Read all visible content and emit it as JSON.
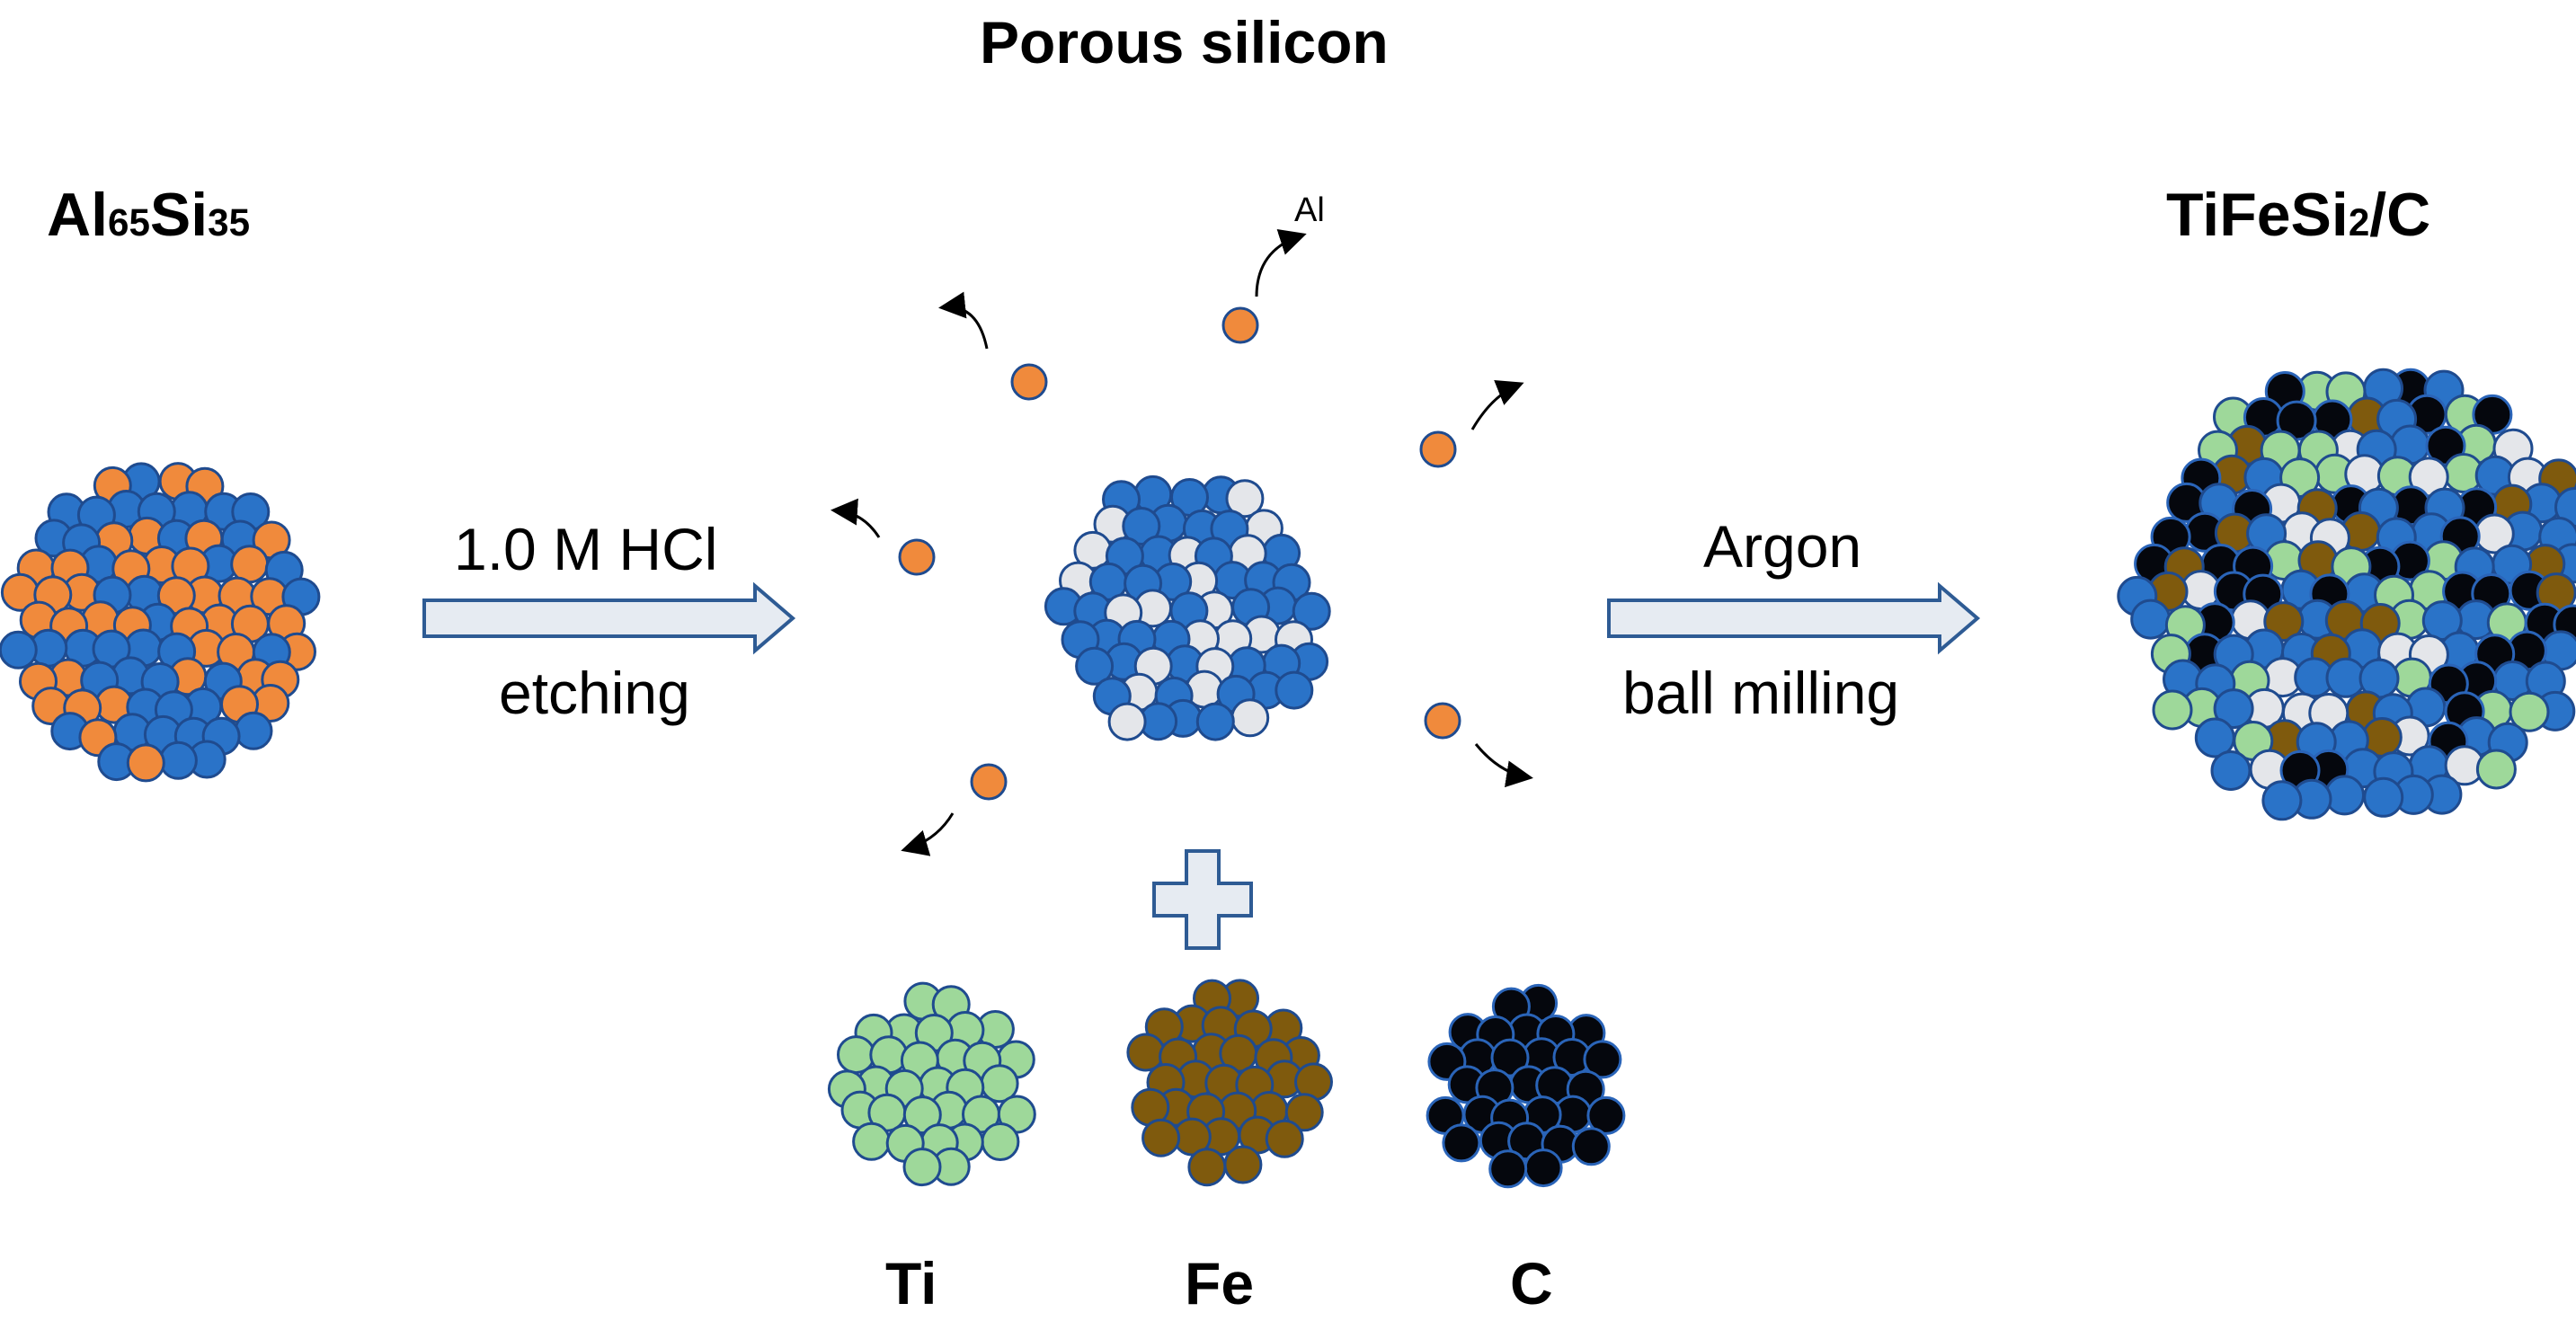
{
  "labels": {
    "porous_silicon": "Porous silicon",
    "alsi_element1": "Al",
    "alsi_sub1": "65",
    "alsi_element2": "Si",
    "alsi_sub2": "35",
    "product_part1": "TiFeSi",
    "product_sub": "2",
    "product_part2": "/C",
    "etch_reagent": "1.0 M HCl",
    "etch_process": "etching",
    "mill_atmosphere": "Argon",
    "mill_process": "ball milling",
    "leached_species": "Al",
    "ti": "Ti",
    "fe": "Fe",
    "c": "C"
  },
  "colors": {
    "silicon": "#2a73c8",
    "aluminum": "#f08a3c",
    "pore": "#e4e6ea",
    "titanium": "#9ed89a",
    "iron": "#7f5a0d",
    "carbon": "#05070d",
    "outline": "#1f4b8f",
    "arrow_fill": "#e6ebf2",
    "arrow_stroke": "#2e5b94"
  },
  "clusters": [
    {
      "id": "al65si35",
      "mix": {
        "silicon": 0.52,
        "aluminum": 0.48
      }
    },
    {
      "id": "porous-silicon",
      "mix": {
        "silicon": 0.62,
        "pore": 0.38
      }
    },
    {
      "id": "ti-particle",
      "mix": {
        "titanium": 1
      }
    },
    {
      "id": "fe-particle",
      "mix": {
        "iron": 1
      }
    },
    {
      "id": "c-particle",
      "mix": {
        "carbon": 1
      }
    },
    {
      "id": "tifesi2-c-composite",
      "mix": {
        "silicon": 0.3,
        "pore": 0.16,
        "titanium": 0.2,
        "iron": 0.16,
        "carbon": 0.18
      }
    }
  ]
}
